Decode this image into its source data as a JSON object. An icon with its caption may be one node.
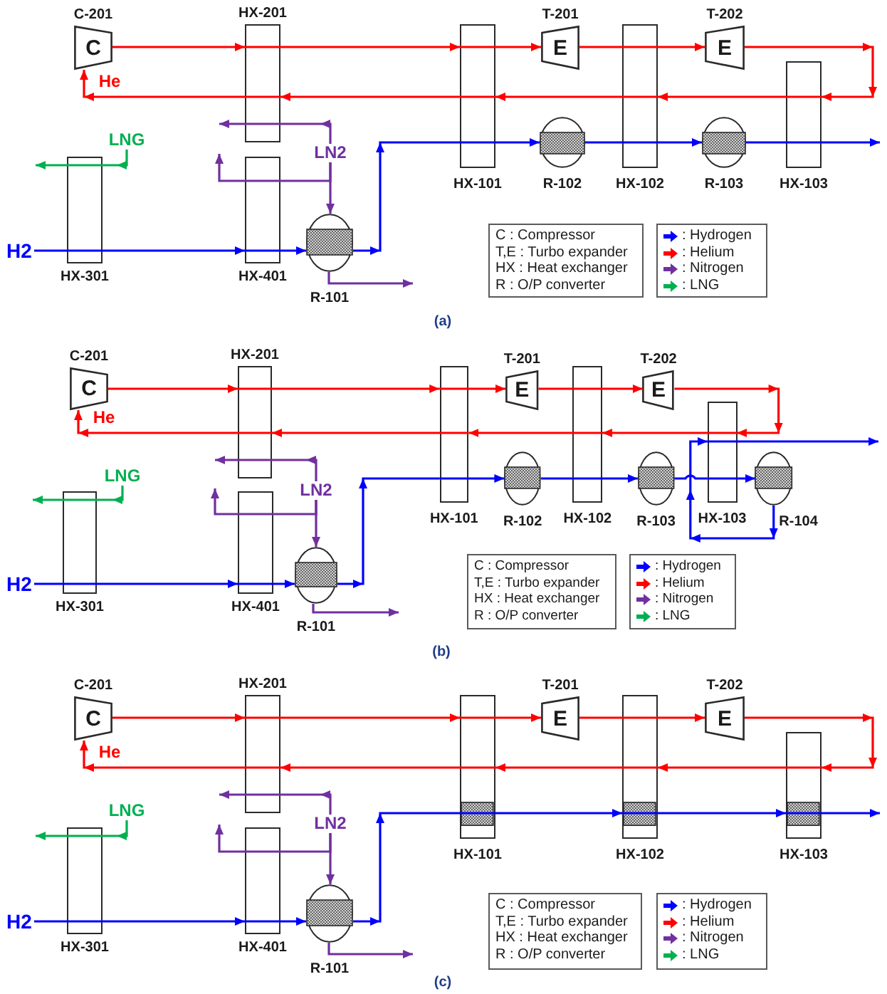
{
  "diagram": {
    "nodes": [
      {
        "text": [
          "C-201",
          "C"
        ]
      },
      {
        "text": [
          "HX-201"
        ]
      },
      {
        "text": [
          "HX-101"
        ]
      },
      {
        "text": [
          "T-201",
          "E"
        ]
      },
      {
        "text": [
          "HX-102"
        ]
      },
      {
        "text": [
          "T-202",
          "E"
        ]
      },
      {
        "text": [
          "HX-103"
        ]
      },
      {
        "text": [
          "LNG"
        ]
      },
      {
        "text": [
          "LN2"
        ]
      },
      {
        "text": [
          "HX-301"
        ]
      },
      {
        "text": [
          "HX-401"
        ]
      },
      {
        "text": [
          "R-101"
        ]
      },
      {
        "text": [
          "H2"
        ]
      },
      {
        "text": [
          "R-102"
        ]
      },
      {
        "text": [
          "R-103"
        ]
      },
      {
        "text": [
          "C-201",
          "C"
        ]
      },
      {
        "text": [
          "HX-201"
        ]
      },
      {
        "text": [
          "HX-101"
        ]
      },
      {
        "text": [
          "T-201",
          "E"
        ]
      },
      {
        "text": [
          "HX-102"
        ]
      },
      {
        "text": [
          "T-202",
          "E"
        ]
      },
      {
        "text": [
          "HX-103"
        ]
      },
      {
        "text": [
          "LNG"
        ]
      },
      {
        "text": [
          "LN2"
        ]
      },
      {
        "text": [
          "HX-301"
        ]
      },
      {
        "text": [
          "HX-401"
        ]
      },
      {
        "text": [
          "R-101"
        ]
      },
      {
        "text": [
          "H2"
        ]
      },
      {
        "text": [
          "R-102"
        ]
      },
      {
        "text": [
          "R-103"
        ]
      },
      {
        "text": [
          "R-104"
        ]
      },
      {
        "text": [
          "C-201",
          "C"
        ]
      },
      {
        "text": [
          "HX-201"
        ]
      },
      {
        "text": [
          "HX-101"
        ]
      },
      {
        "text": [
          "T-201",
          "E"
        ]
      },
      {
        "text": [
          "HX-102"
        ]
      },
      {
        "text": [
          "T-202",
          "E"
        ]
      },
      {
        "text": [
          "HX-103"
        ]
      },
      {
        "text": [
          "LNG"
        ]
      },
      {
        "text": [
          "LN2"
        ]
      },
      {
        "text": [
          "HX-301"
        ]
      },
      {
        "text": [
          "HX-401"
        ]
      },
      {
        "text": [
          "R-101"
        ]
      },
      {
        "text": [
          "H2"
        ]
      }
    ],
    "edges": [
      {
        "from": 0,
        "to": 1,
        "arrow": "to"
      },
      {
        "from": 1,
        "to": 2,
        "arrow": "to"
      },
      {
        "from": 2,
        "to": 3,
        "arrow": "to"
      },
      {
        "from": 3,
        "to": 4,
        "arrow": "none"
      },
      {
        "from": 4,
        "to": 5,
        "arrow": "to"
      },
      {
        "from": 5,
        "to": 6,
        "arrow": "to"
      },
      {
        "from": 6,
        "to": 4,
        "arrow": "to"
      },
      {
        "from": 4,
        "to": 2,
        "arrow": "to"
      },
      {
        "from": 2,
        "to": 1,
        "arrow": "to"
      },
      {
        "from": 1,
        "to": 0,
        "arrow": "to"
      },
      {
        "from": 12,
        "to": 9,
        "arrow": "none",
        "color": "#0000ff"
      },
      {
        "from": 9,
        "to": 10,
        "arrow": "to",
        "color": "#0000ff"
      },
      {
        "from": 10,
        "to": 11,
        "arrow": "to",
        "color": "#0000ff"
      },
      {
        "from": 11,
        "to": 2,
        "arrow": "to",
        "color": "#0000ff"
      },
      {
        "from": 2,
        "to": 13,
        "arrow": "to",
        "color": "#0000ff"
      },
      {
        "from": 13,
        "to": 4,
        "arrow": "none",
        "color": "#0000ff"
      },
      {
        "from": 4,
        "to": 14,
        "arrow": "to",
        "color": "#0000ff"
      },
      {
        "from": 14,
        "to": 6,
        "arrow": "none",
        "color": "#0000ff"
      },
      {
        "from": 6,
        "to": null,
        "arrow": "to",
        "color": "#0000ff"
      },
      {
        "from": 8,
        "to": 1,
        "arrow": "to",
        "color": "#7030a0"
      },
      {
        "from": 1,
        "to": null,
        "arrow": "to",
        "color": "#7030a0"
      },
      {
        "from": 8,
        "to": 10,
        "arrow": "none",
        "color": "#7030a0"
      },
      {
        "from": 10,
        "to": null,
        "arrow": "to",
        "color": "#7030a0"
      },
      {
        "from": 8,
        "to": 11,
        "arrow": "to",
        "color": "#7030a0"
      },
      {
        "from": 11,
        "to": null,
        "arrow": "to",
        "color": "#7030a0"
      },
      {
        "from": 7,
        "to": 9,
        "arrow": "to",
        "color": "#00b050"
      },
      {
        "from": 9,
        "to": null,
        "arrow": "to",
        "color": "#00b050"
      },
      {
        "from": 15,
        "to": 16,
        "arrow": "to"
      },
      {
        "from": 16,
        "to": 17,
        "arrow": "to"
      },
      {
        "from": 17,
        "to": 18,
        "arrow": "to"
      },
      {
        "from": 18,
        "to": 19,
        "arrow": "none"
      },
      {
        "from": 19,
        "to": 20,
        "arrow": "to"
      },
      {
        "from": 20,
        "to": 21,
        "arrow": "to"
      },
      {
        "from": 21,
        "to": 19,
        "arrow": "to"
      },
      {
        "from": 19,
        "to": 17,
        "arrow": "to"
      },
      {
        "from": 17,
        "to": 16,
        "arrow": "to"
      },
      {
        "from": 16,
        "to": 15,
        "arrow": "to"
      },
      {
        "from": 27,
        "to": 24,
        "arrow": "none",
        "color": "#0000ff"
      },
      {
        "from": 24,
        "to": 25,
        "arrow": "to",
        "color": "#0000ff"
      },
      {
        "from": 25,
        "to": 26,
        "arrow": "to",
        "color": "#0000ff"
      },
      {
        "from": 26,
        "to": 17,
        "arrow": "to",
        "color": "#0000ff"
      },
      {
        "from": 17,
        "to": 28,
        "arrow": "to",
        "color": "#0000ff"
      },
      {
        "from": 28,
        "to": 19,
        "arrow": "none",
        "color": "#0000ff"
      },
      {
        "from": 19,
        "to": 29,
        "arrow": "to",
        "color": "#0000ff"
      },
      {
        "from": 29,
        "to": 21,
        "arrow": "none",
        "color": "#0000ff"
      },
      {
        "from": 21,
        "to": 30,
        "arrow": "to",
        "color": "#0000ff"
      },
      {
        "from": 30,
        "to": 21,
        "arrow": "to",
        "color": "#0000ff"
      },
      {
        "from": 21,
        "to": null,
        "arrow": "to",
        "color": "#0000ff"
      },
      {
        "from": 23,
        "to": 16,
        "arrow": "to",
        "color": "#7030a0"
      },
      {
        "from": 16,
        "to": null,
        "arrow": "to",
        "color": "#7030a0"
      },
      {
        "from": 23,
        "to": 25,
        "arrow": "none",
        "color": "#7030a0"
      },
      {
        "from": 25,
        "to": null,
        "arrow": "to",
        "color": "#7030a0"
      },
      {
        "from": 23,
        "to": 26,
        "arrow": "to",
        "color": "#7030a0"
      },
      {
        "from": 26,
        "to": null,
        "arrow": "to",
        "color": "#7030a0"
      },
      {
        "from": 22,
        "to": 24,
        "arrow": "to",
        "color": "#00b050"
      },
      {
        "from": 24,
        "to": null,
        "arrow": "to",
        "color": "#00b050"
      },
      {
        "from": 31,
        "to": 32,
        "arrow": "to"
      },
      {
        "from": 32,
        "to": 33,
        "arrow": "to"
      },
      {
        "from": 33,
        "to": 34,
        "arrow": "to"
      },
      {
        "from": 34,
        "to": 35,
        "arrow": "none"
      },
      {
        "from": 35,
        "to": 36,
        "arrow": "to"
      },
      {
        "from": 36,
        "to": 37,
        "arrow": "to"
      },
      {
        "from": 37,
        "to": 35,
        "arrow": "to"
      },
      {
        "from": 35,
        "to": 33,
        "arrow": "to"
      },
      {
        "from": 33,
        "to": 32,
        "arrow": "to"
      },
      {
        "from": 32,
        "to": 31,
        "arrow": "to"
      },
      {
        "from": 43,
        "to": 40,
        "arrow": "none",
        "color": "#0000ff"
      },
      {
        "from": 40,
        "to": 41,
        "arrow": "to",
        "color": "#0000ff"
      },
      {
        "from": 41,
        "to": 42,
        "arrow": "to",
        "color": "#0000ff"
      },
      {
        "from": 42,
        "to": 33,
        "arrow": "to",
        "color": "#0000ff"
      },
      {
        "from": 33,
        "to": 35,
        "arrow": "to",
        "color": "#0000ff"
      },
      {
        "from": 35,
        "to": 37,
        "arrow": "to",
        "color": "#0000ff"
      },
      {
        "from": 37,
        "to": null,
        "arrow": "to",
        "color": "#0000ff"
      },
      {
        "from": 39,
        "to": 32,
        "arrow": "to",
        "color": "#7030a0"
      },
      {
        "from": 32,
        "to": null,
        "arrow": "to",
        "color": "#7030a0"
      },
      {
        "from": 39,
        "to": 41,
        "arrow": "none",
        "color": "#7030a0"
      },
      {
        "from": 41,
        "to": null,
        "arrow": "to",
        "color": "#7030a0"
      },
      {
        "from": 39,
        "to": 42,
        "arrow": "to",
        "color": "#7030a0"
      },
      {
        "from": 42,
        "to": null,
        "arrow": "to",
        "color": "#7030a0"
      },
      {
        "from": 38,
        "to": 40,
        "arrow": "to",
        "color": "#00b050"
      },
      {
        "from": 40,
        "to": null,
        "arrow": "to",
        "color": "#00b050"
      }
    ],
    "labels": [
      "He",
      "C : Compressor",
      "T,E : Turbo expander",
      "HX : Heat exchanger",
      "R : O/P converter",
      "(a)",
      "He",
      "C : Compressor",
      "T,E : Turbo expander",
      "HX : Heat exchanger",
      "R : O/P converter",
      "(b)",
      "He",
      "C : Compressor",
      "T,E : Turbo expander",
      "HX : Heat exchanger",
      "R : O/P converter",
      "(c)"
    ],
    "legend": [
      {
        "text": ": Hydrogen"
      },
      {
        "text": ": Helium"
      },
      {
        "text": ": Nitrogen"
      },
      {
        "text": ": LNG"
      },
      {
        "text": ": Hydrogen"
      },
      {
        "text": ": Helium"
      },
      {
        "text": ": Nitrogen"
      },
      {
        "text": ": LNG"
      },
      {
        "text": ": Hydrogen"
      },
      {
        "text": ": Helium"
      },
      {
        "text": ": Nitrogen"
      },
      {
        "text": ": LNG"
      }
    ]
  }
}
